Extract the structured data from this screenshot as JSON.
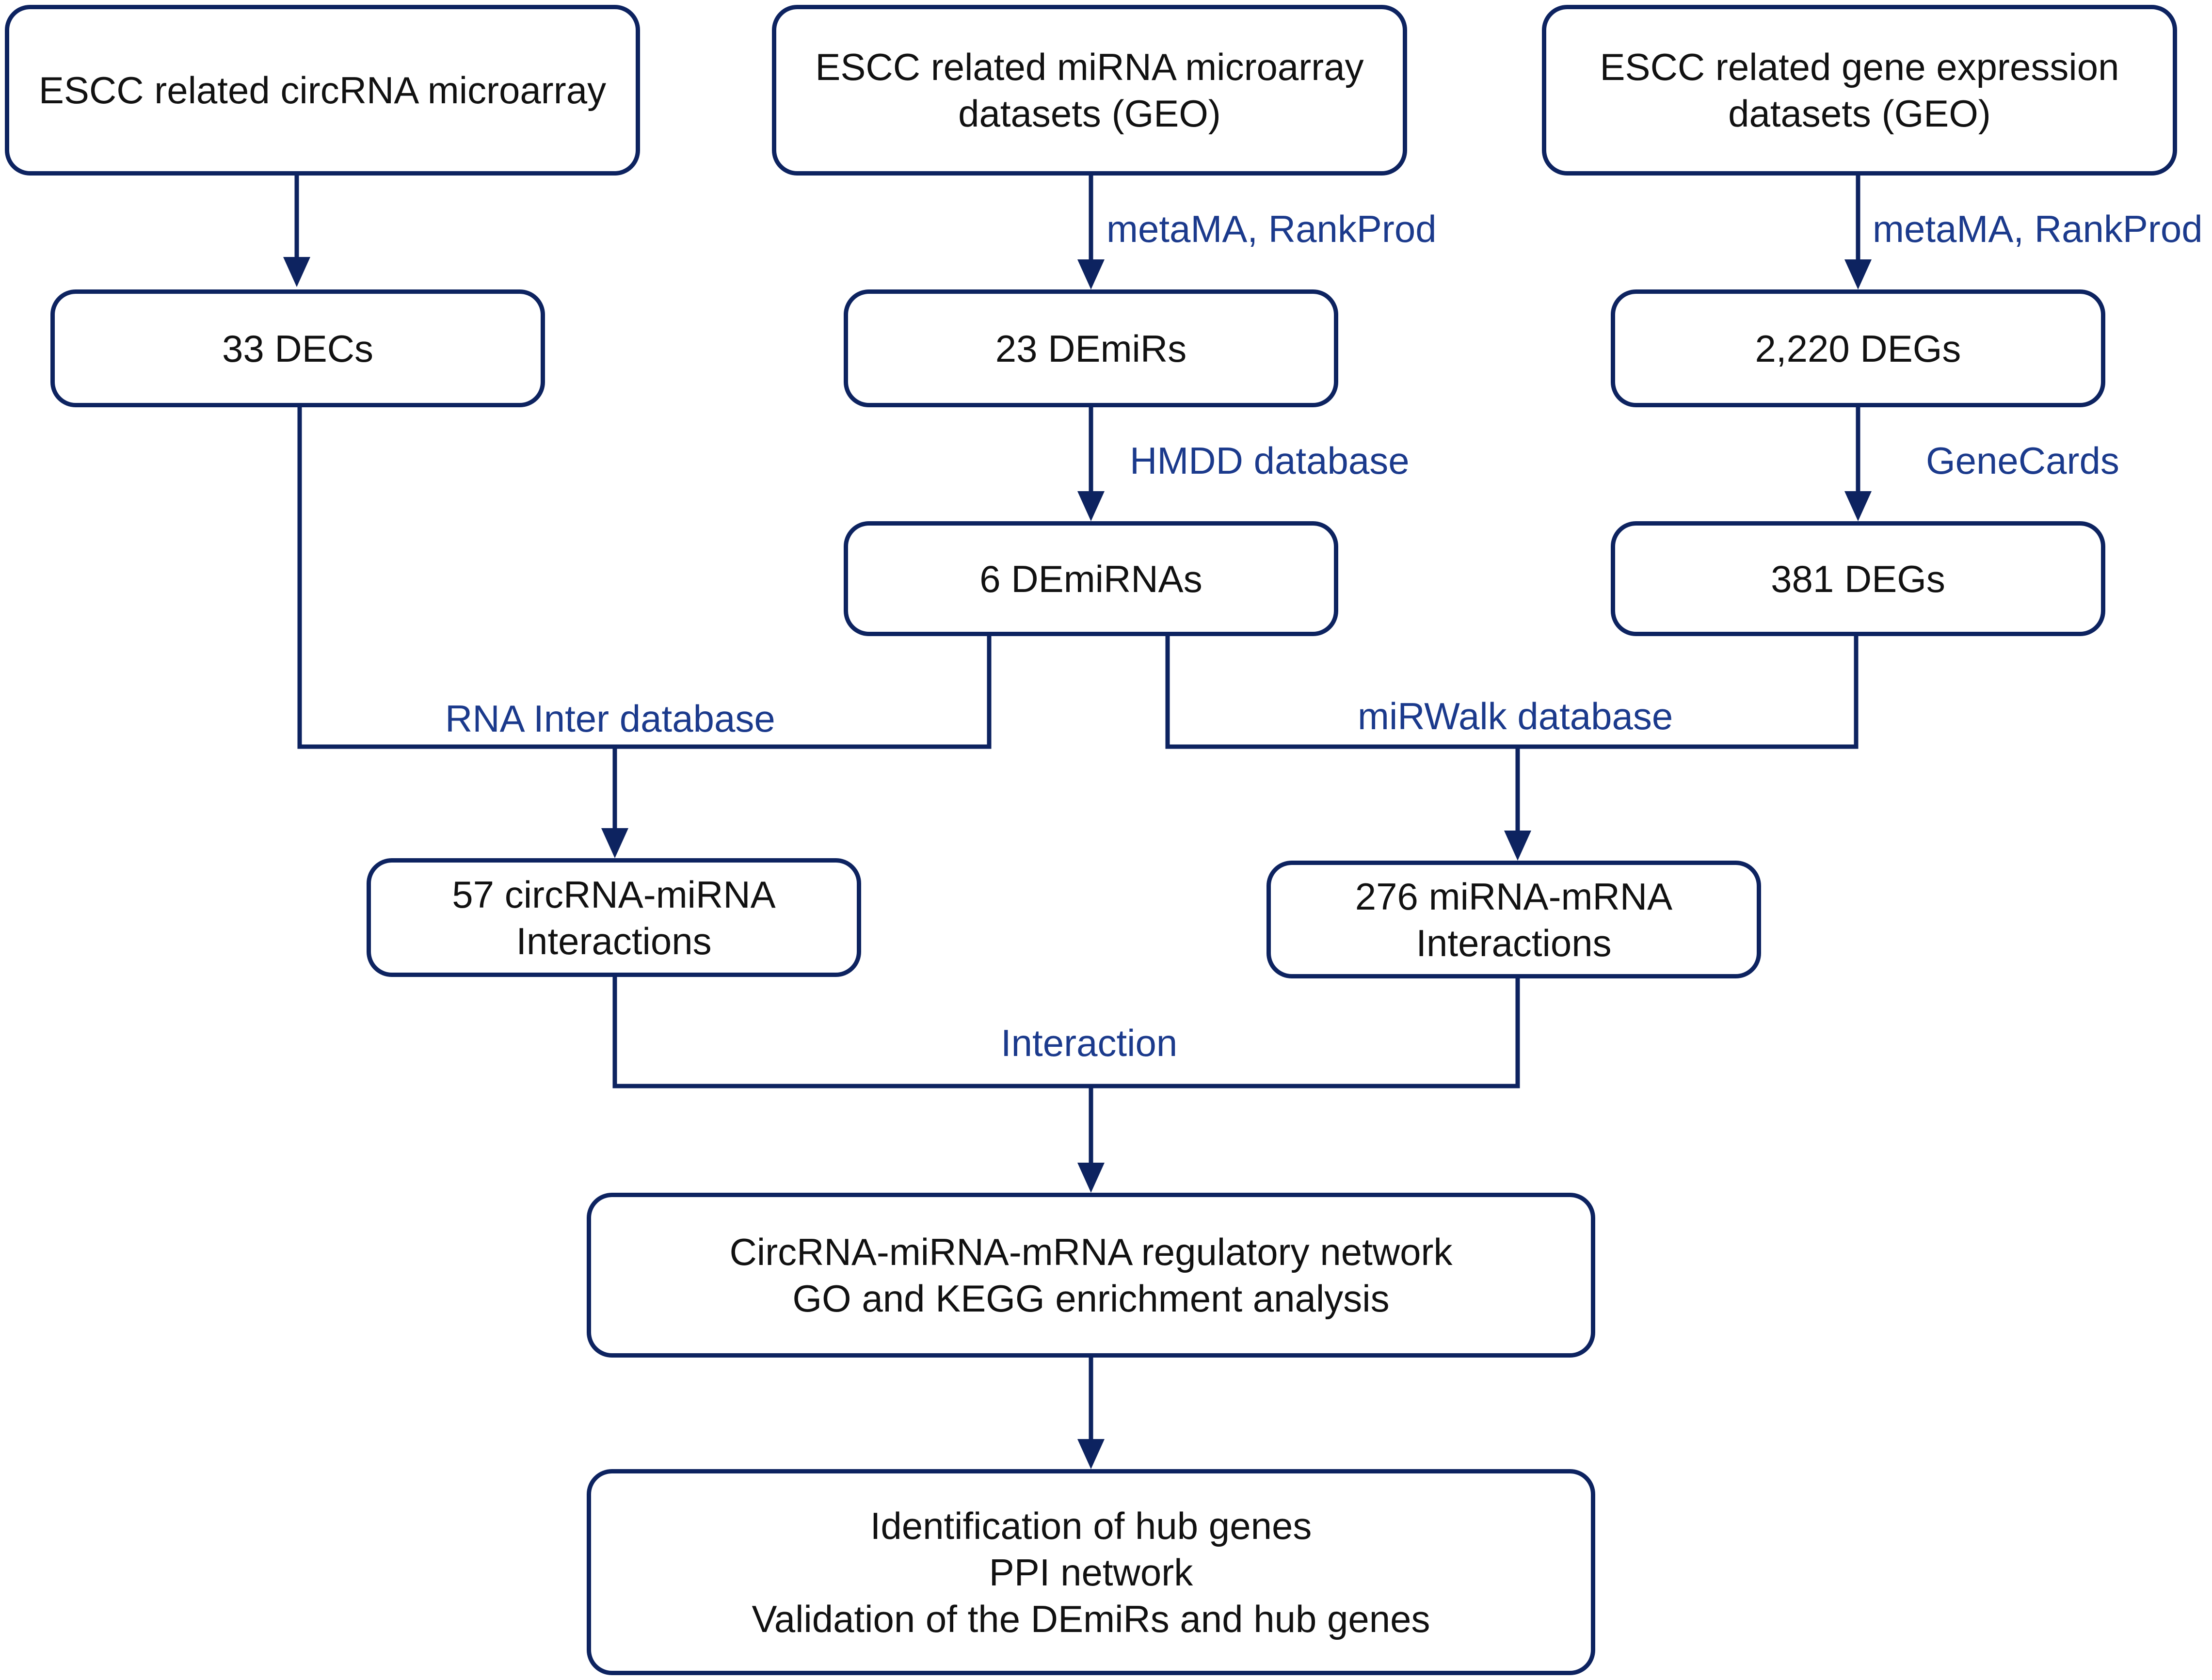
{
  "colors": {
    "stroke": "#0d2360",
    "label": "#1b3a8c",
    "text": "#111111",
    "background": "#ffffff"
  },
  "boxes": {
    "circrna_microarray": {
      "lines": [
        "ESCC related circRNA microarray"
      ]
    },
    "mirna_datasets": {
      "lines": [
        "ESCC related miRNA microarray",
        "datasets (GEO)"
      ]
    },
    "gene_datasets": {
      "lines": [
        "ESCC related gene expression",
        "datasets (GEO)"
      ]
    },
    "decs": {
      "lines": [
        "33 DECs"
      ]
    },
    "demirs": {
      "lines": [
        "23 DEmiRs"
      ]
    },
    "degs_2220": {
      "lines": [
        "2,220 DEGs"
      ]
    },
    "demirnas": {
      "lines": [
        "6 DEmiRNAs"
      ]
    },
    "degs_381": {
      "lines": [
        "381 DEGs"
      ]
    },
    "circ_mirna_interactions": {
      "lines": [
        "57 circRNA-miRNA",
        "Interactions"
      ]
    },
    "mirna_mrna_interactions": {
      "lines": [
        "276 miRNA-mRNA",
        "Interactions"
      ]
    },
    "network": {
      "lines": [
        "CircRNA-miRNA-mRNA regulatory network",
        "GO and KEGG enrichment analysis"
      ]
    },
    "hub_genes": {
      "lines": [
        "Identification of hub genes",
        "PPI network",
        "Validation of the DEmiRs and hub genes"
      ]
    }
  },
  "labels": {
    "metama_mid": "metaMA, RankProd",
    "metama_right": "metaMA, RankProd",
    "hmdd": "HMDD database",
    "genecards": "GeneCards",
    "rna_inter": "RNA Inter database",
    "mirwalk": "miRWalk database",
    "interaction": "Interaction"
  }
}
